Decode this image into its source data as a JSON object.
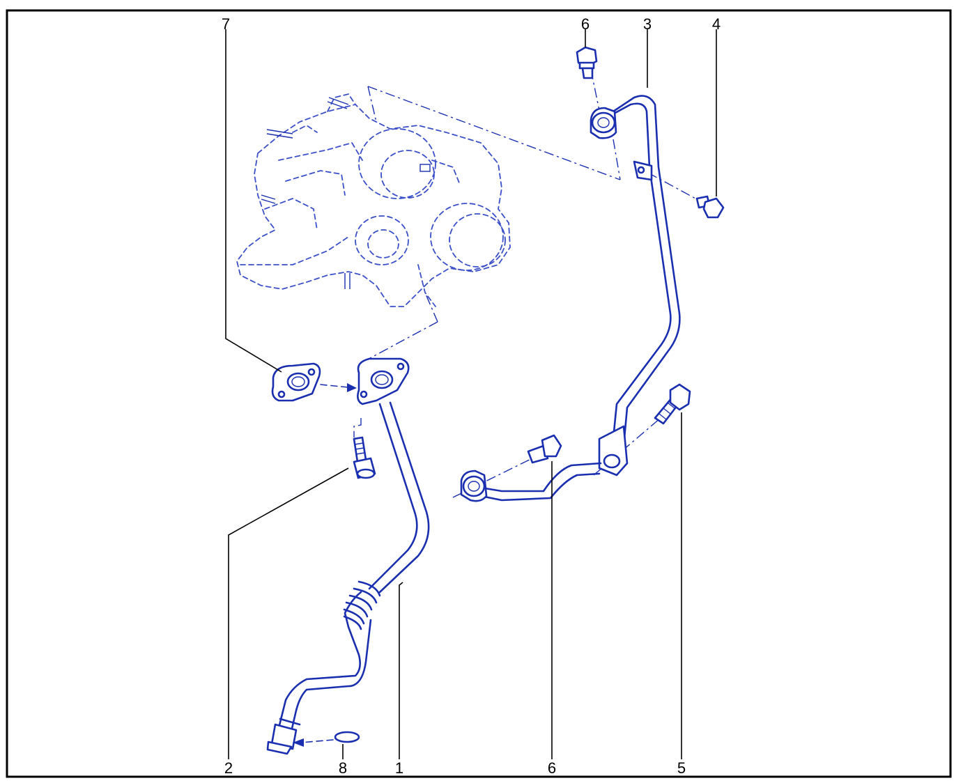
{
  "colors": {
    "line_art": "#1a2fb0",
    "callout_text": "#000000",
    "frame": "#000000",
    "background": "#ffffff"
  },
  "callouts": [
    {
      "id": "c7-top",
      "label": "7"
    },
    {
      "id": "c6-top",
      "label": "6"
    },
    {
      "id": "c3-top",
      "label": "3"
    },
    {
      "id": "c4-top",
      "label": "4"
    },
    {
      "id": "c2-bottom",
      "label": "2"
    },
    {
      "id": "c8-bottom",
      "label": "8"
    },
    {
      "id": "c1-bottom",
      "label": "1"
    },
    {
      "id": "c6-bottom",
      "label": "6"
    },
    {
      "id": "c5-bottom",
      "label": "5"
    }
  ]
}
